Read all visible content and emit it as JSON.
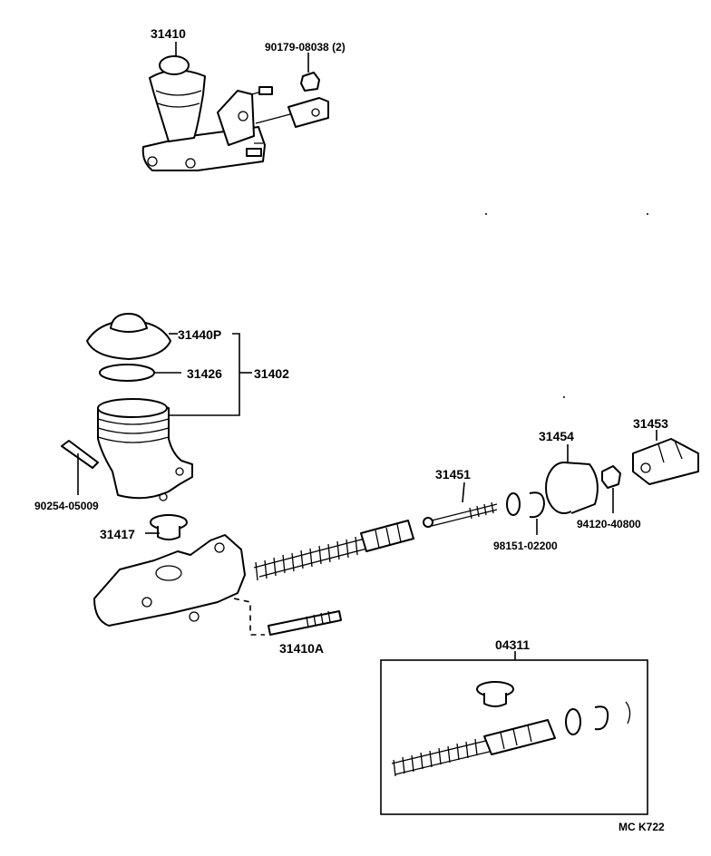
{
  "labels": {
    "p31410": "31410",
    "p90179": "90179-08038 (2)",
    "p31440p": "31440P",
    "p31426": "31426",
    "p31402": "31402",
    "p90254": "90254-05009",
    "p31417": "31417",
    "p31451": "31451",
    "p31454": "31454",
    "p31453": "31453",
    "p94120": "94120-40800",
    "p98151": "98151-02200",
    "p31410a": "31410A",
    "p04311": "04311",
    "footer": "MC  K722"
  }
}
